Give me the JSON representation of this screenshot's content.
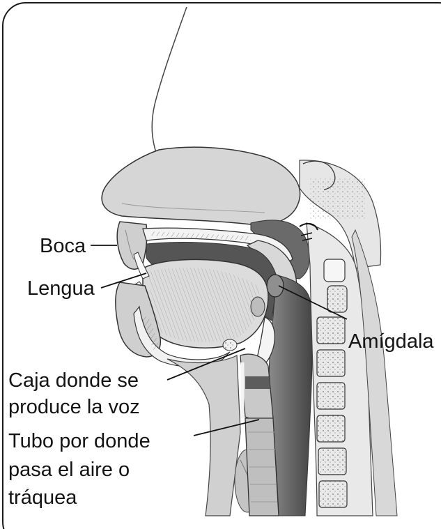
{
  "labels": {
    "boca": "Boca",
    "lengua": "Lengua",
    "amigdala": "Amígdala",
    "caja_line1": "Caja donde se",
    "caja_line2": "produce la voz",
    "tubo_line1": "Tubo por donde",
    "tubo_line2": "pasa el aire o",
    "tubo_line3": "tráquea"
  },
  "colors": {
    "ink": "#1a1a1a",
    "tissue": "#cfcfcf",
    "dark_cavity": "#5a5a5a",
    "bone": "#f2f2f2"
  }
}
